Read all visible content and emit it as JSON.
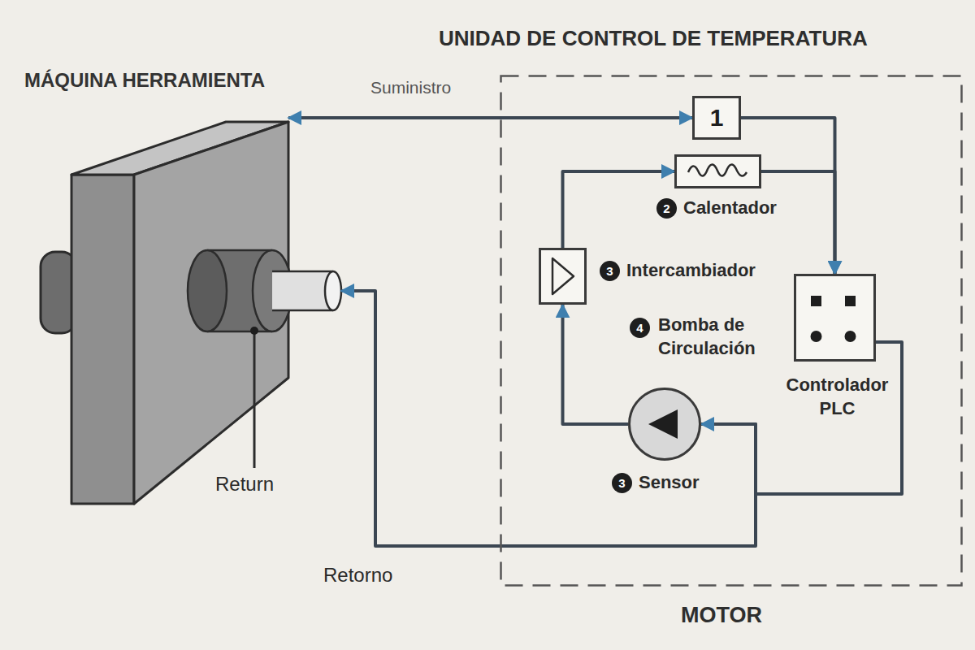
{
  "diagram": {
    "nodes": [
      {
        "text": [
          "MÁQUINA HERRAMIENTA"
        ]
      },
      {
        "text": [
          "UNIDAD DE CONTROL DE TEMPERATURA"
        ]
      },
      {
        "text": [
          "1"
        ],
        "in": 1
      },
      {
        "text": [
          "2",
          "Calentador"
        ],
        "in": 1
      },
      {
        "text": [
          "3",
          "Intercambiador"
        ],
        "in": 1
      },
      {
        "text": [
          "3",
          "Sensor"
        ],
        "in": 1
      },
      {
        "text": [
          "Controlador PLC"
        ],
        "in": 1
      }
    ],
    "edges": [
      {
        "from": 0,
        "to": 2,
        "arrow": "both",
        "label": "Suministro"
      },
      {
        "from": 2,
        "to": 6,
        "arrow": "to"
      },
      {
        "from": 3,
        "to": 6,
        "arrow": "to"
      },
      {
        "from": 4,
        "to": 3,
        "arrow": "to"
      },
      {
        "from": 5,
        "to": 4,
        "arrow": "to"
      },
      {
        "from": 6,
        "to": 5,
        "arrow": "none"
      },
      {
        "from": 0,
        "to": 5,
        "arrow": "both",
        "label": "Retorno"
      }
    ],
    "labels": [
      "Return",
      "4",
      "Bomba de Circulación",
      "MOTOR"
    ]
  }
}
